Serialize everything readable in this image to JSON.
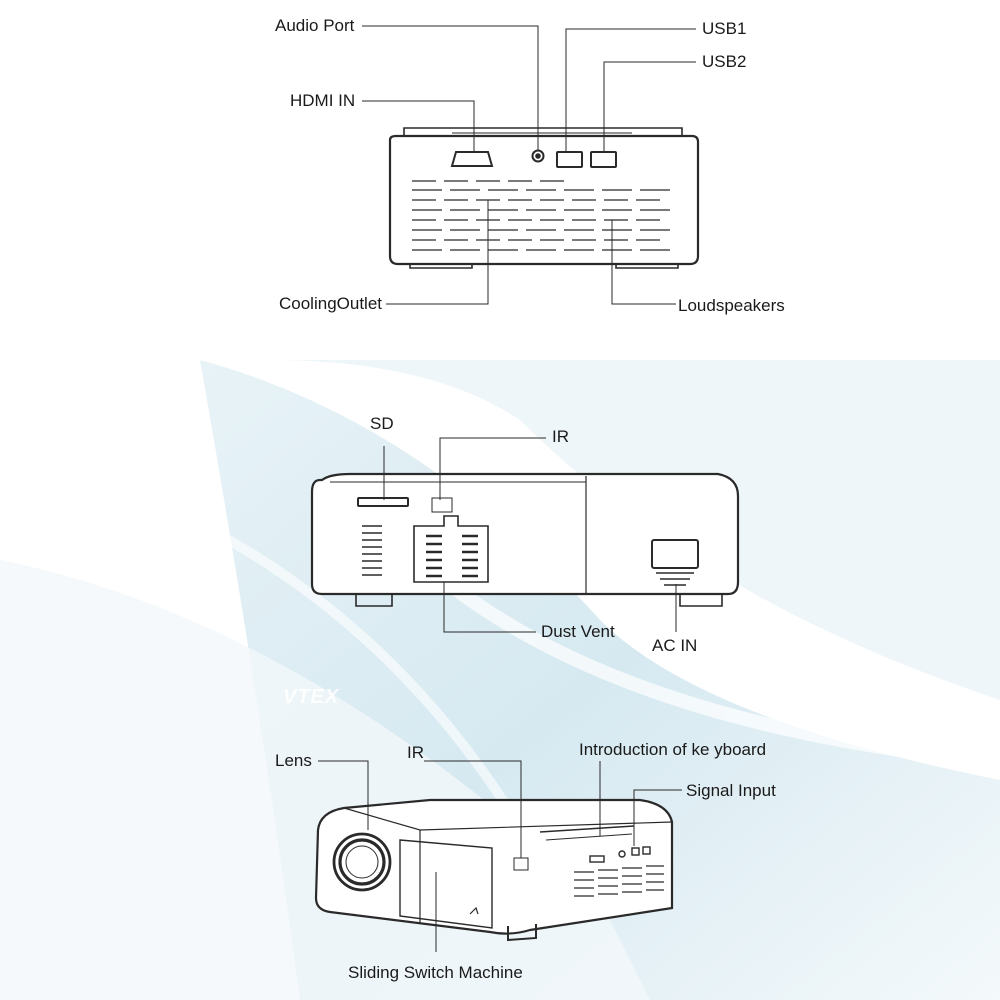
{
  "watermark": "VTEX",
  "panels": {
    "back_view": {
      "labels": {
        "audio_port": "Audio Port",
        "usb1": "USB1",
        "usb2": "USB2",
        "hdmi_in": "HDMI IN",
        "cooling_outlet": "CoolingOutlet",
        "loudspeakers": "Loudspeakers"
      }
    },
    "side_view": {
      "labels": {
        "sd": "SD",
        "ir": "IR",
        "dust_vent": "Dust Vent",
        "ac_in": "AC  IN"
      }
    },
    "front_view": {
      "labels": {
        "lens": "Lens",
        "ir": "IR",
        "keyboard": "Introduction of ke yboard",
        "signal_input": "Signal Input",
        "sliding_switch": "Sliding Switch Machine"
      }
    }
  },
  "colors": {
    "line": "#2a2a2a",
    "label": "#1a1a1a",
    "background_wave": "#d9ecf3"
  }
}
